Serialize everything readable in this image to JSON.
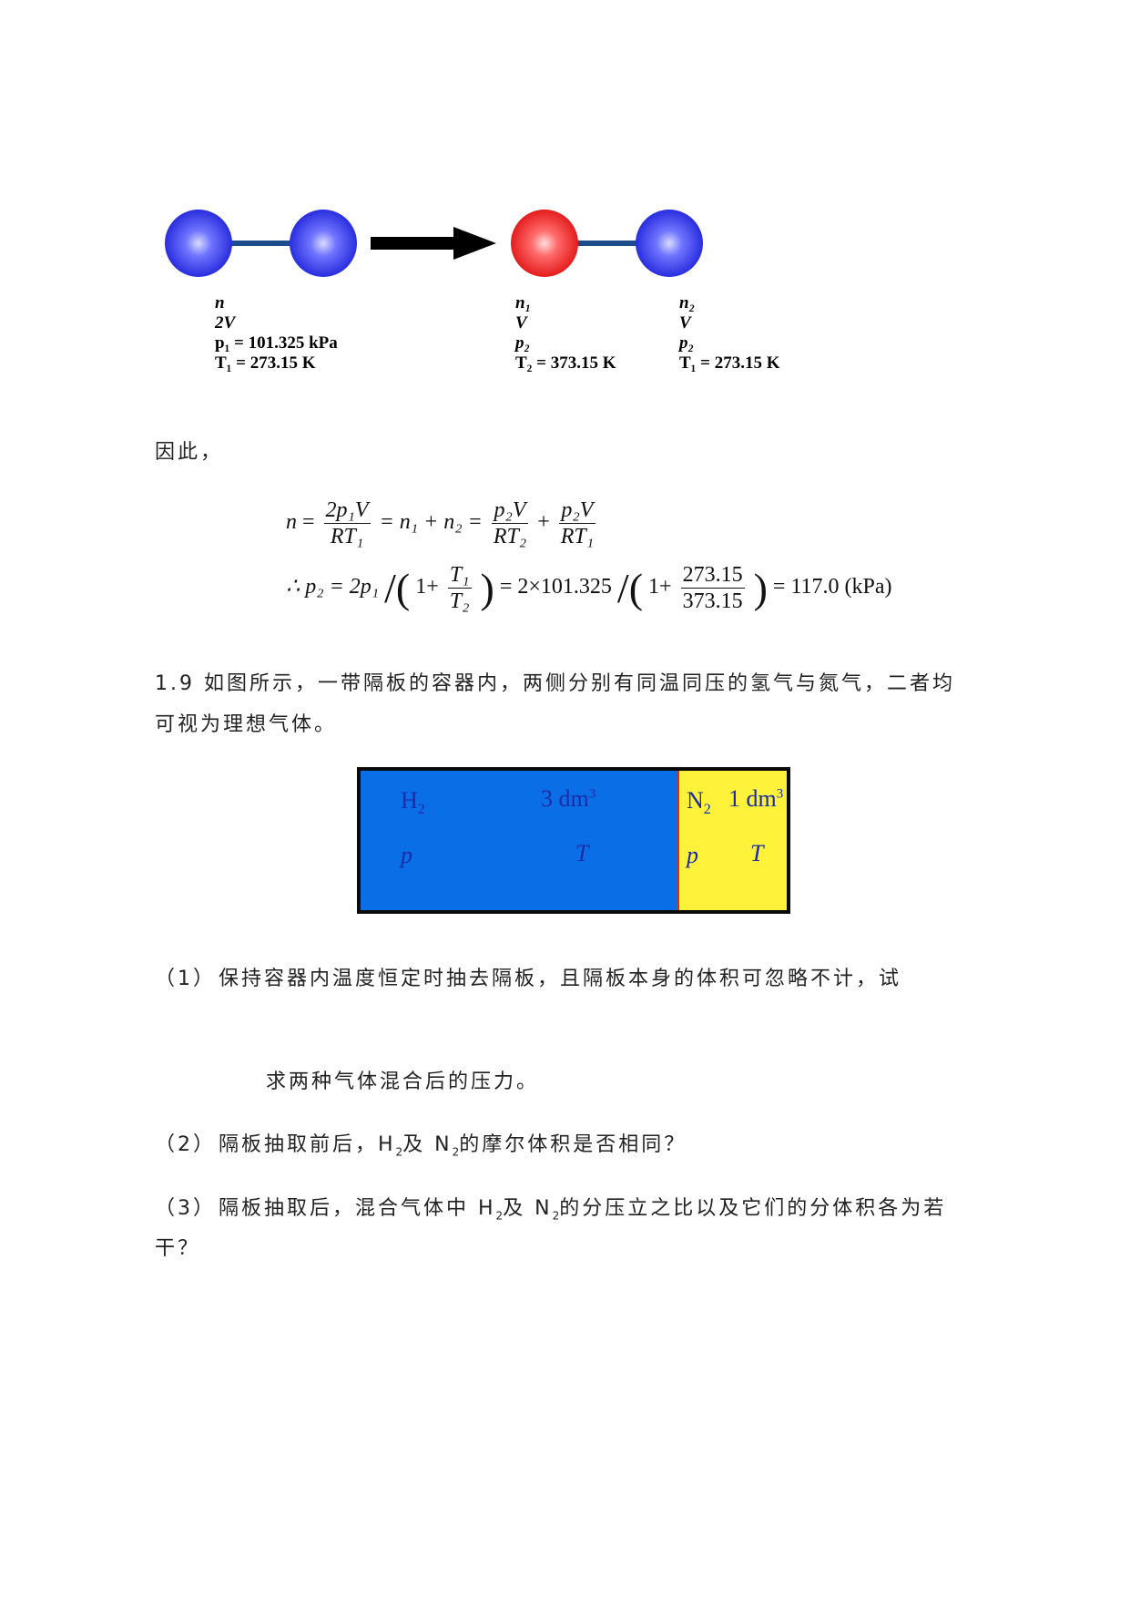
{
  "diagram1": {
    "left": {
      "n": "n",
      "V": "2V",
      "p": "p₁ = 101.325 kPa",
      "T": "T₁ = 273.15 K"
    },
    "mid": {
      "n": "n₁",
      "V": "V",
      "p": "p₂",
      "T": "T₂ = 373.15 K"
    },
    "right": {
      "n": "n₂",
      "V": "V",
      "p": "p₂",
      "T": "T₁ = 273.15 K"
    },
    "colors": {
      "blue_ball": "#2a2ee8",
      "red_ball": "#f01d1d",
      "arrow": "#000000"
    }
  },
  "text": {
    "therefore": "因此，",
    "problem_title_line1": "1.9 如图所示，一带隔板的容器内，两侧分别有同温同压的氢气与氮气，二者均",
    "problem_title_line2": "可视为理想气体。",
    "q1_num": "（1）",
    "q1_line1": "保持容器内温度恒定时抽去隔板，且隔板本身的体积可忽略不计，试",
    "q1_line2": "求两种气体混合后的压力。",
    "q2_num": "（2）",
    "q2_a": "隔板抽取前后，H",
    "q2_b": "及 N",
    "q2_c": "的摩尔体积是否相同？",
    "q3_num": "（3）",
    "q3_a": "隔板抽取后，混合气体中 H",
    "q3_b": "及 N",
    "q3_c": "的分压立之比以及它们的分体积各为若",
    "q3_line2": "干？",
    "sub2": "2"
  },
  "formula": {
    "line1": {
      "n": "n",
      "eq": "=",
      "num1": "2p₁V",
      "den1": "RT₁",
      "mid": "= n₁ + n₂ =",
      "num2": "p₂V",
      "den2": "RT₂",
      "plus": "+",
      "num3": "p₂V",
      "den3": "RT₁"
    },
    "line2": {
      "lead": "∴ p₂ = 2p₁",
      "one": "1+",
      "num_t": "T₁",
      "den_t": "T₂",
      "eq2": "= 2×101.325",
      "one2": "1+",
      "num_v": "273.15",
      "den_v": "373.15",
      "result": "= 117.0 (kPa)"
    }
  },
  "container": {
    "left": {
      "gas": "H",
      "sub": "2",
      "vol": "3 dm",
      "sup": "3",
      "p": "p",
      "T": "T",
      "color": "#0a6fe6"
    },
    "right": {
      "gas": "N",
      "sub": "2",
      "vol": "1 dm",
      "sup": "3",
      "p": "p",
      "T": "T",
      "color": "#fff23a"
    },
    "divider_color": "#d0302a",
    "border_color": "#0a0a0a"
  }
}
